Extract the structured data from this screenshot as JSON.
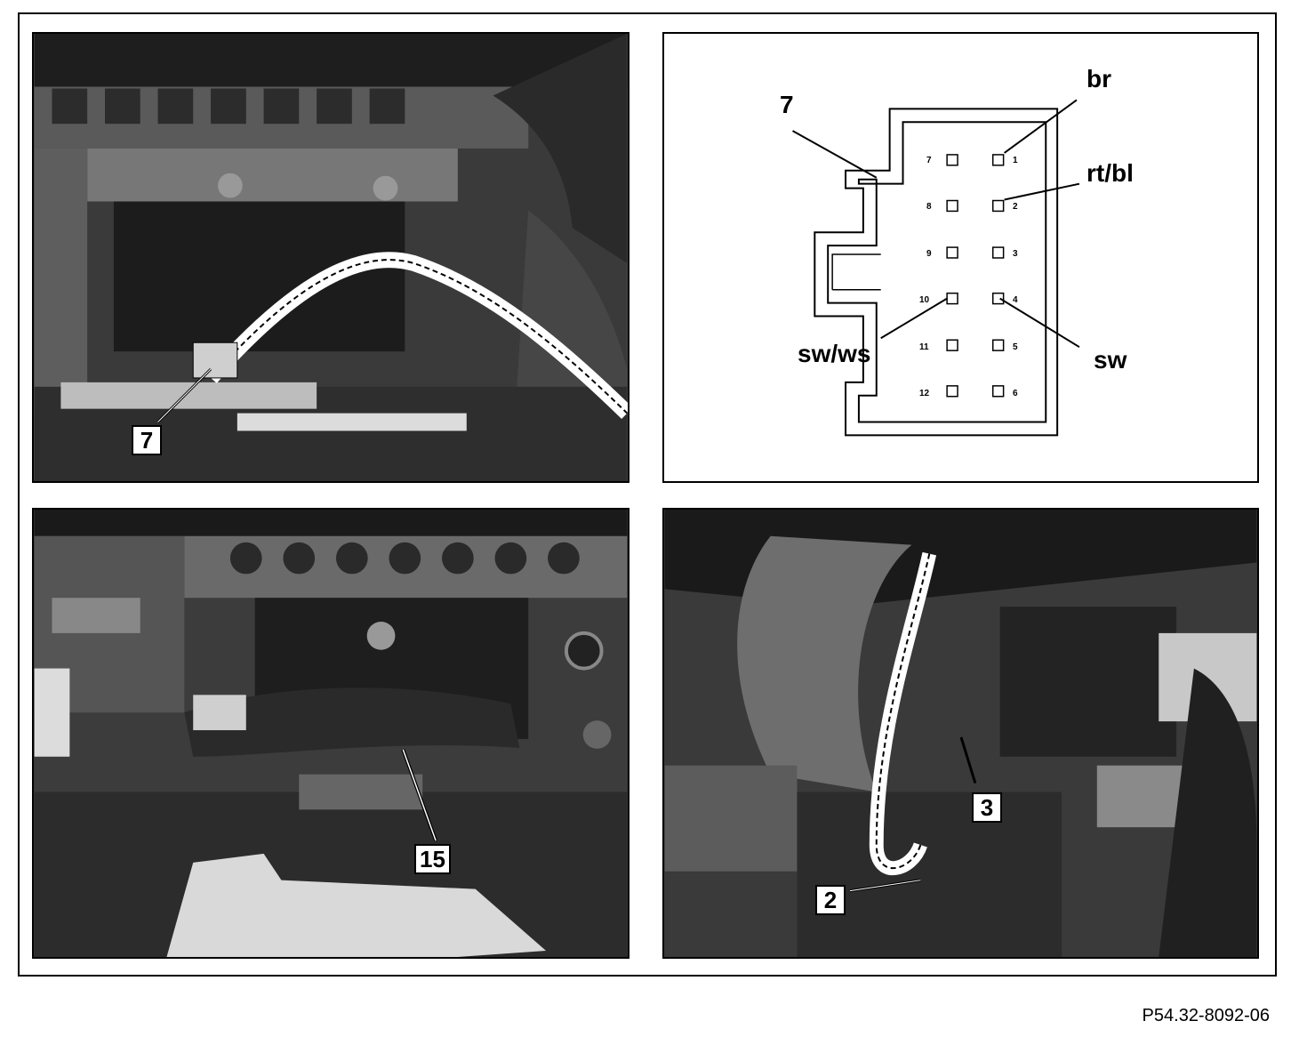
{
  "panels": {
    "top_left": {
      "callout": "7"
    },
    "connector": {
      "connector_callout": "7",
      "pins_left": [
        "7",
        "8",
        "9",
        "10",
        "11",
        "12"
      ],
      "pins_right": [
        "1",
        "2",
        "3",
        "4",
        "5",
        "6"
      ],
      "wire_labels": {
        "pin1": "br",
        "pin2": "rt/bl",
        "pin4": "sw",
        "pin10": "sw/ws"
      }
    },
    "bottom_left": {
      "callout": "15"
    },
    "bottom_right": {
      "callout_3": "3",
      "callout_2": "2"
    }
  },
  "figure_code": "P54.32-8092-06",
  "colors": {
    "photo_dark": "#2a2a2a",
    "photo_mid": "#5a5a5a",
    "photo_light": "#9a9a9a",
    "line": "#000000"
  }
}
